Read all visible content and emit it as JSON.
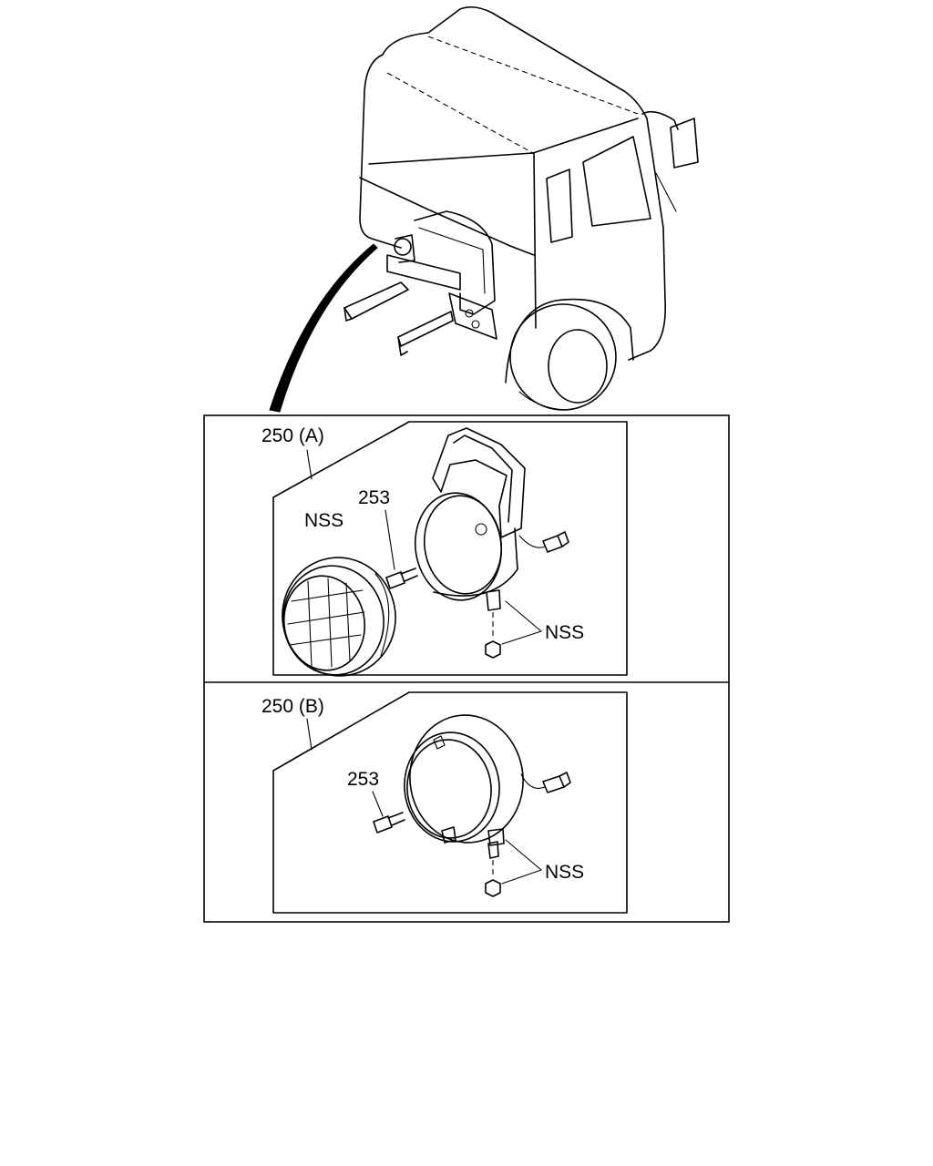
{
  "labels": {
    "part_a": "250 (A)",
    "part_b": "250 (B)",
    "bolt_a": "253",
    "bolt_b": "253",
    "lens_a": "NSS",
    "nut_a": "NSS",
    "nut_b": "NSS"
  }
}
